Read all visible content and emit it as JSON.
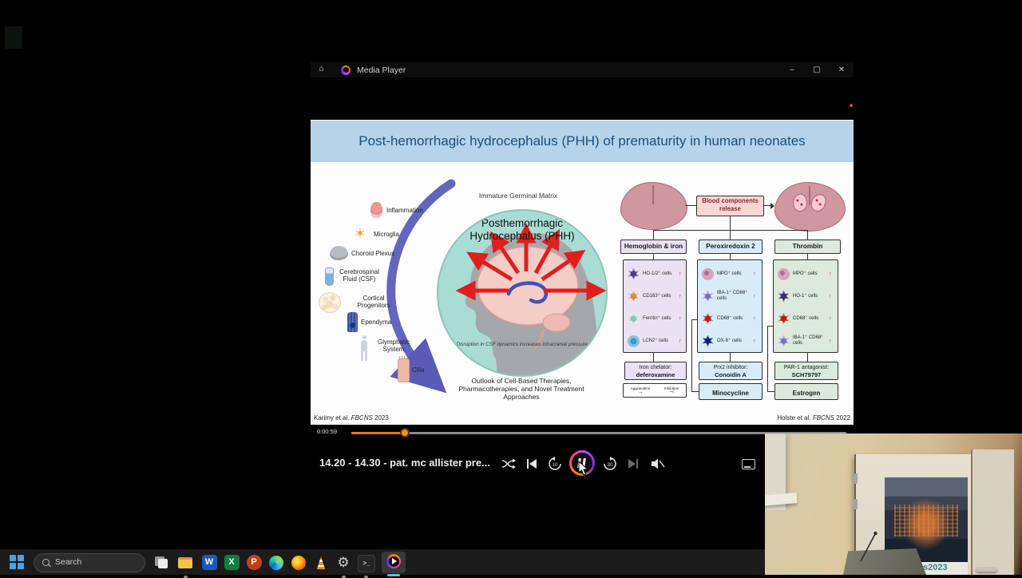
{
  "titlebar": {
    "app_name": "Media Player",
    "minimize": "–",
    "maximize": "▢",
    "close": "✕",
    "home_glyph": "⌂"
  },
  "slide": {
    "title": "Post-hemorrhagic hydrocephalus (PHH) of prematurity in human neonates",
    "top_label": "Immature Germinal Matrix",
    "center_title_line1": "Posthemorrhagic",
    "center_title_line2": "Hydrocephalus (PHH)",
    "caption": "Disruption in CSF dynamics increases intracranial pressure",
    "outlook": "Outlook of Cell-Based Therapies, Pharmacotherapies, and Novel Treatment Approaches",
    "left_items": [
      {
        "label": "Inflammation"
      },
      {
        "label": "Microglia"
      },
      {
        "label": "Choroid Plexus"
      },
      {
        "label": "Cerebrospinal Fluid (CSF)"
      },
      {
        "label": "Cortical Progenitors"
      },
      {
        "label": "Ependyma"
      },
      {
        "label": "Glymphatic System"
      },
      {
        "label": "Cilia"
      }
    ],
    "flowchart": {
      "blood_line1": "Blood components",
      "blood_line2": "release",
      "up_arrow": "↑",
      "columns": [
        {
          "header": "Hemoglobin & iron",
          "cells": [
            {
              "label": "HO-1/2⁺ cells"
            },
            {
              "label": "CD163⁺ cells"
            },
            {
              "label": "Ferritin⁺ cells"
            },
            {
              "label": "LCN2⁺ cells"
            }
          ],
          "treatment_line1": "Iron chelator:",
          "treatment_line2": "deferoxamine"
        },
        {
          "header": "Peroxiredoxin 2",
          "cells": [
            {
              "label": "MPO⁺ cells"
            },
            {
              "label": "IBA-1⁺ CD68⁺ cells"
            },
            {
              "label": "CD68⁺ cells"
            },
            {
              "label": "OX-6⁺ cells"
            }
          ],
          "treatment_line1": "Prx2 inhibitor:",
          "treatment_line2": "Conoidin A",
          "extra": "Minocycline"
        },
        {
          "header": "Thrombin",
          "cells": [
            {
              "label": "MPO⁺ cells"
            },
            {
              "label": "HO-1⁺ cells"
            },
            {
              "label": "CD68⁺ cells"
            },
            {
              "label": "IBA-1⁺ CD68⁺ cells"
            }
          ],
          "treatment_line1": "PAR-1 antagonist:",
          "treatment_line2": "SCH79797",
          "extra": "Estrogen"
        }
      ],
      "legend": {
        "aggravation": "Aggravation",
        "aggravation_sym": "→",
        "inhibition": "Inhibition",
        "inhibition_sym": "⊣"
      }
    },
    "citation_left": {
      "pre": "Karimy et al. ",
      "journal": "FBCNS",
      "year": " 2023"
    },
    "citation_right": {
      "pre": "Holste et al. ",
      "journal": "FBCNS",
      "year": " 2022"
    }
  },
  "player": {
    "elapsed": "0:00:59",
    "title": "14.20 - 14.30 - pat. mc allister pre..."
  },
  "taskbar": {
    "search_placeholder": "Search",
    "word_letter": "W",
    "excel_letter": "X",
    "powerpoint_letter": "P",
    "terminal_glyph": ">_"
  },
  "camera": {
    "poster_caption": "halus2023"
  },
  "colors": {
    "banner_blue": "#b7d3e9",
    "title_navy": "#1d4e79",
    "circle_teal": "#a9dcd3",
    "arrow_purple": "#6565be",
    "arrow_red": "#e01e1e",
    "accent_orange": "#e87722",
    "hemoglobin_col": "#eae2f2",
    "peroxiredoxin_col": "#d8ecf8",
    "thrombin_col": "#dceade",
    "taskbar_active_blue": "#4cc2ff"
  }
}
